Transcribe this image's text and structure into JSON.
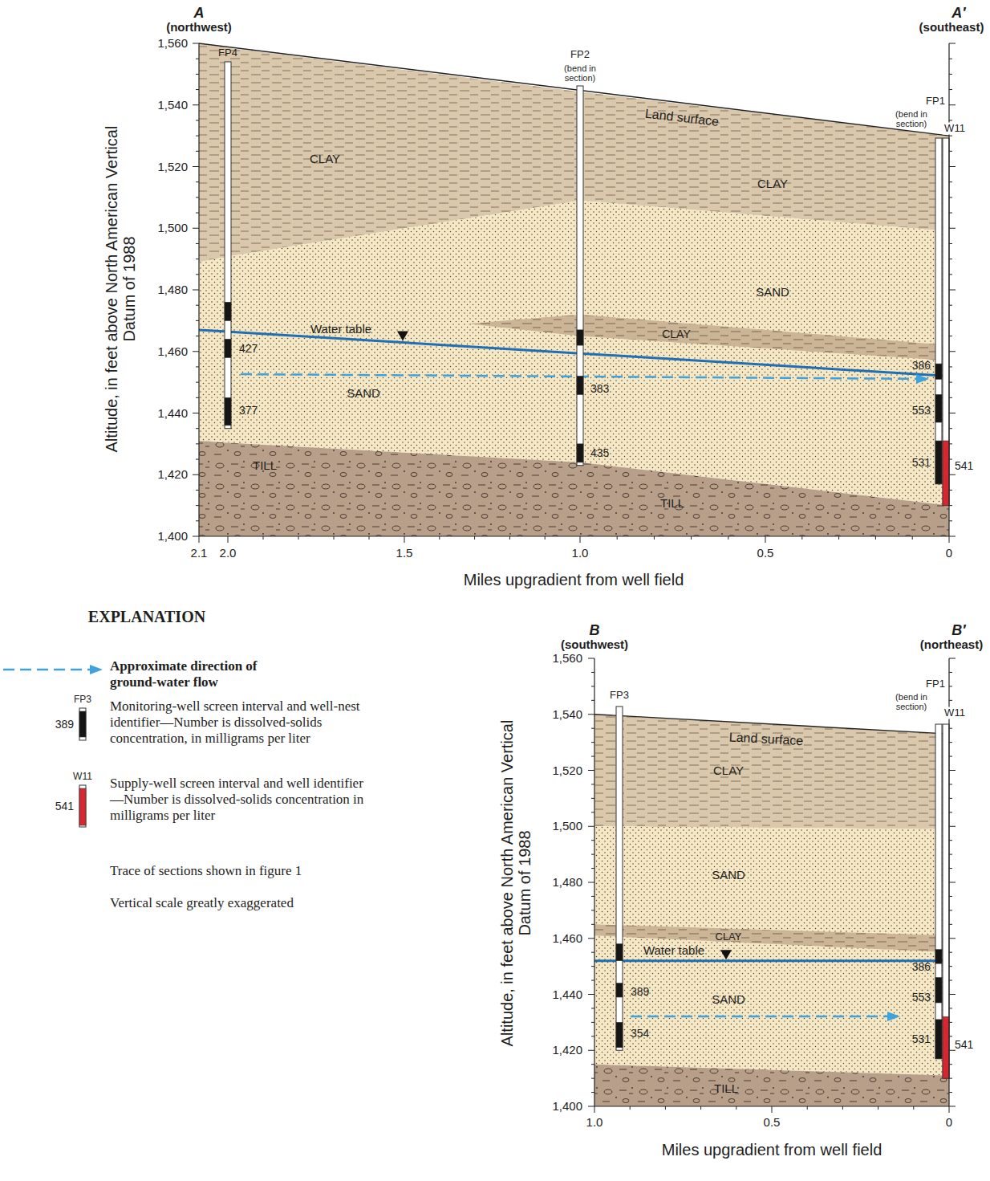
{
  "diagram": {
    "labels": [
      "A",
      "(northwest)",
      "A′",
      "(southeast)",
      "FP4",
      "FP2",
      "(bend in section)",
      "FP1",
      "(bend in section)",
      "W11",
      "Land surface",
      "CLAY",
      "CLAY",
      "SAND",
      "CLAY",
      "Water table",
      "SAND",
      "TILL",
      "TILL",
      "427",
      "377",
      "383",
      "435",
      "386",
      "553",
      "531",
      "541",
      "1,560",
      "1,540",
      "1,520",
      "1,500",
      "1,480",
      "1,460",
      "1,440",
      "1,420",
      "1,400",
      "2.1",
      "2.0",
      "1.5",
      "1.0",
      "0.5",
      "0",
      "Altitude, in feet above North American Vertical Datum of 1988",
      "Miles upgradient from well field",
      "EXPLANATION",
      "FP3",
      "389",
      "W11",
      "541",
      "Trace of sections shown in figure 1",
      "Vertical scale greatly exaggerated",
      "B",
      "(southwest)",
      "B′",
      "(northeast)",
      "FP3",
      "FP1",
      "(bend in section)",
      "W11",
      "Land surface",
      "CLAY",
      "SAND",
      "CLAY",
      "Water table",
      "SAND",
      "TILL",
      "389",
      "354",
      "386",
      "553",
      "531",
      "541",
      "1,560",
      "1,540",
      "1,520",
      "1,500",
      "1,480",
      "1,460",
      "1,440",
      "1,420",
      "1,400",
      "1.0",
      "0.5",
      "0",
      "Altitude, in feet above North American Vertical Datum of 1988",
      "Miles upgradient from well field"
    ],
    "legend": [
      {
        "text": "Approximate direction of ground-water flow"
      },
      {
        "text": "Monitoring-well screen interval and well-nest identifier—Number is dissolved-solids concentration, in milligrams per liter"
      },
      {
        "text": "Supply-well screen interval and well identifier—Number is dissolved-solids concentration in milligrams per liter"
      }
    ]
  }
}
